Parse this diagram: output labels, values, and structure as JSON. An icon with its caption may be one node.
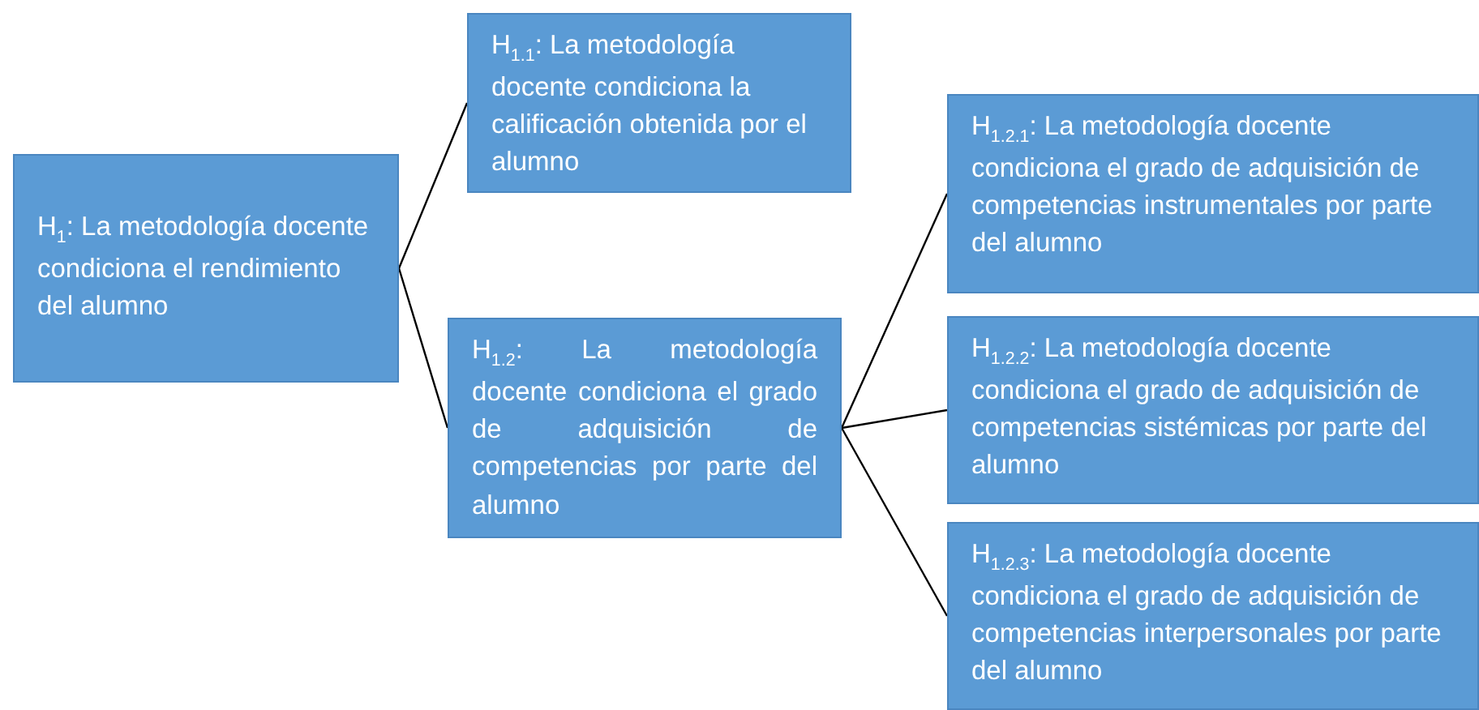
{
  "diagram": {
    "nodes": [
      {
        "text": [
          "H$_{1}$: La metodología docente condiciona el rendimiento del alumno"
        ]
      },
      {
        "text": [
          "H$_{1.1}$: La metodología docente condiciona la calificación obtenida por el alumno"
        ]
      },
      {
        "text": [
          "H$_{1.2}$: La metodología docente condiciona el grado de adquisición de competencias por parte del alumno"
        ]
      },
      {
        "text": [
          "H$_{1.2.1}$: La metodología docente condiciona el grado de adquisición de competencias instrumentales por parte del alumno"
        ]
      },
      {
        "text": [
          "H$_{1.2.2}$: La metodología docente condiciona el grado de adquisición de competencias sistémicas por parte del alumno"
        ]
      },
      {
        "text": [
          "H$_{1.2.3}$: La metodología docente condiciona el grado de adquisición de competencias interpersonales por parte del alumno"
        ]
      }
    ],
    "edges": [
      {
        "from": 0,
        "to": 1,
        "arrow": "none"
      },
      {
        "from": 0,
        "to": 2,
        "arrow": "none"
      },
      {
        "from": 2,
        "to": 3,
        "arrow": "none"
      },
      {
        "from": 2,
        "to": 4,
        "arrow": "none"
      },
      {
        "from": 2,
        "to": 5,
        "arrow": "none"
      }
    ]
  }
}
